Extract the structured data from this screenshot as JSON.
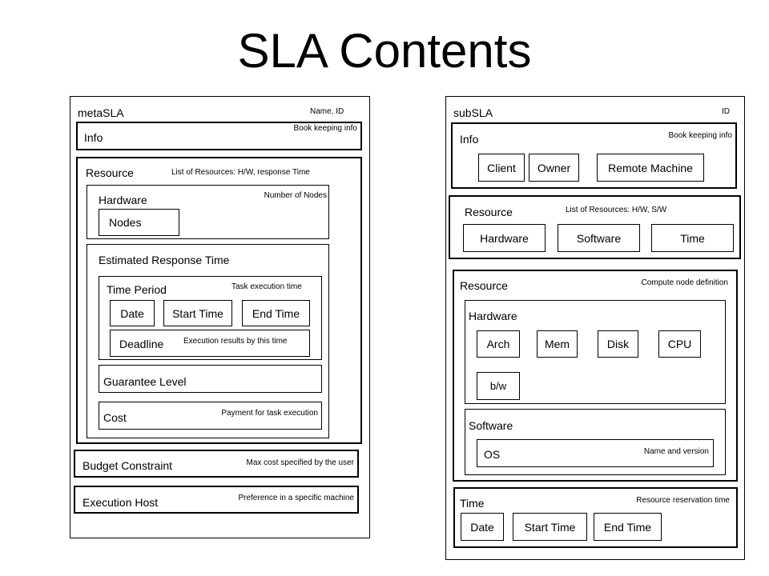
{
  "title": "SLA Contents",
  "meta": {
    "label": "metaSLA",
    "note": "Name, ID",
    "info": {
      "label": "Info",
      "note": "Book keeping info"
    },
    "resource": {
      "label": "Resource",
      "note": "List of Resources: H/W, response Time",
      "hardware": {
        "label": "Hardware",
        "note": "Number of Nodes",
        "nodes": "Nodes"
      },
      "ert": {
        "label": "Estimated Response Time",
        "time_period": {
          "label": "Time Period",
          "note": "Task execution time",
          "date": "Date",
          "start": "Start Time",
          "end": "End Time"
        },
        "deadline": {
          "label": "Deadline",
          "note": "Execution results by this time"
        },
        "guarantee": {
          "label": "Guarantee Level"
        },
        "cost": {
          "label": "Cost",
          "note": "Payment for task execution"
        }
      }
    },
    "budget": {
      "label": "Budget Constraint",
      "note": "Max cost specified by the user"
    },
    "exec_host": {
      "label": "Execution Host",
      "note": "Preference in a specific machine"
    }
  },
  "sub": {
    "label": "subSLA",
    "note": "ID",
    "info": {
      "label": "Info",
      "note": "Book keeping info",
      "client": "Client",
      "owner": "Owner",
      "remote": "Remote Machine"
    },
    "resource1": {
      "label": "Resource",
      "note": "List of Resources: H/W, S/W",
      "hardware": "Hardware",
      "software": "Software",
      "time": "Time"
    },
    "resource2": {
      "label": "Resource",
      "note": "Compute node definition",
      "hardware": {
        "label": "Hardware",
        "arch": "Arch",
        "mem": "Mem",
        "disk": "Disk",
        "cpu": "CPU",
        "bw": "b/w"
      },
      "software": {
        "label": "Software",
        "os": "OS",
        "os_note": "Name and version"
      }
    },
    "time": {
      "label": "Time",
      "note": "Resource reservation time",
      "date": "Date",
      "start": "Start Time",
      "end": "End Time"
    }
  }
}
